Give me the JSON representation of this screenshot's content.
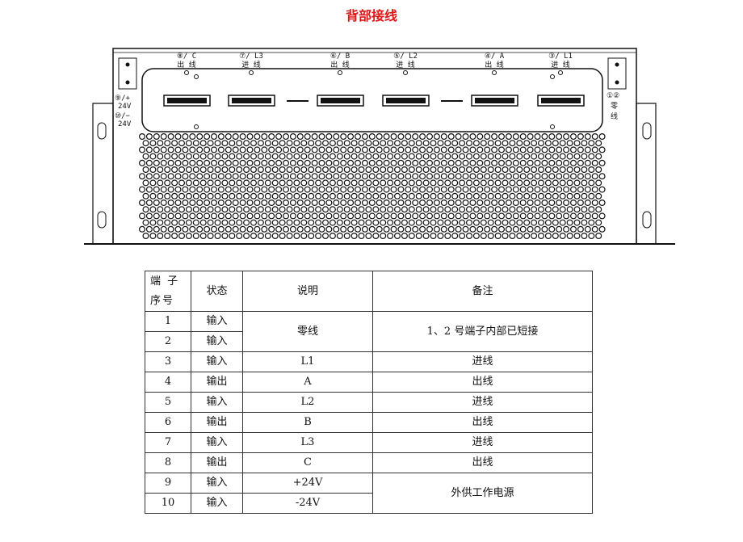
{
  "title": "背部接线",
  "panel": {
    "top_terminals": [
      {
        "num": "⑧",
        "sep": "/",
        "sig": "C",
        "role": "出 线"
      },
      {
        "num": "⑦",
        "sep": "/",
        "sig": "L3",
        "role": "进 线"
      },
      {
        "num": "⑥",
        "sep": "/",
        "sig": "B",
        "role": "出 线"
      },
      {
        "num": "⑤",
        "sep": "/",
        "sig": "L2",
        "role": "进 线"
      },
      {
        "num": "④",
        "sep": "/",
        "sig": "A",
        "role": "出 线"
      },
      {
        "num": "③",
        "sep": "/",
        "sig": "L1",
        "role": "进 线"
      }
    ],
    "left_label_1": "⑨/+",
    "left_label_1b": "24V",
    "left_label_2": "⑩/−",
    "left_label_2b": "24V",
    "right_label_num": "①②",
    "right_label_a": "零",
    "right_label_b": "线"
  },
  "table": {
    "headers": {
      "no_line1": "端 子",
      "no_line2": "序号",
      "state": "状态",
      "desc": "说明",
      "note": "备注"
    },
    "rows": [
      {
        "no": "1",
        "state": "输入"
      },
      {
        "no": "2",
        "state": "输入"
      },
      {
        "no": "3",
        "state": "输入",
        "desc": "L1",
        "note": "进线"
      },
      {
        "no": "4",
        "state": "输出",
        "desc": "A",
        "note": "出线"
      },
      {
        "no": "5",
        "state": "输入",
        "desc": "L2",
        "note": "进线"
      },
      {
        "no": "6",
        "state": "输出",
        "desc": "B",
        "note": "出线"
      },
      {
        "no": "7",
        "state": "输入",
        "desc": "L3",
        "note": "进线"
      },
      {
        "no": "8",
        "state": "输出",
        "desc": "C",
        "note": "出线"
      },
      {
        "no": "9",
        "state": "输入",
        "desc": "+24V"
      },
      {
        "no": "10",
        "state": "输入",
        "desc": "-24V"
      }
    ],
    "merged": {
      "desc_1_2": "零线",
      "note_1_2": "1、2 号端子内部已短接",
      "note_9_10": "外供工作电源"
    }
  }
}
